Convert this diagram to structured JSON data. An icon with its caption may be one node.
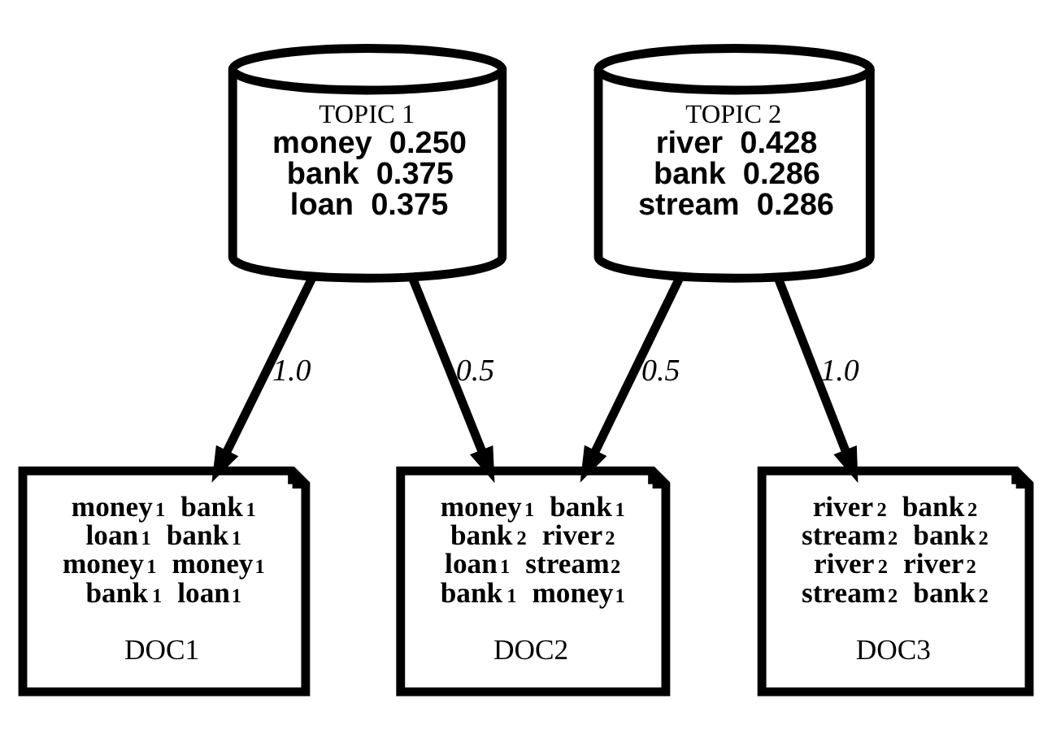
{
  "diagram": {
    "nodes": [
      {
        "text": [
          "TOPIC 1",
          "money 0.250 bank 0.375 loan 0.375"
        ]
      },
      {
        "text": [
          "TOPIC 2",
          "river 0.428 bank 0.286 stream 0.286"
        ]
      },
      {
        "text": [
          "money$^{1}$ bank$^{1}$ loan$^{1}$ bank$^{1}$ money$^{1}$ money$^{1}$ bank$^{1}$ loan$^{1}$",
          "DOC1"
        ]
      },
      {
        "text": [
          "money$^{1}$ bank$^{1}$ bank$^{2}$ river$^{2}$ loan$^{1}$ stream$^{2}$ bank$^{1}$ money$^{1}$",
          "DOC2"
        ]
      },
      {
        "text": [
          "river$^{2}$ bank$^{2}$ stream$^{2}$ bank$^{2}$ river$^{2}$ river$^{2}$ stream$^{2}$ bank$^{2}$",
          "DOC3"
        ]
      }
    ],
    "edges": [
      {
        "from": 0,
        "to": 2,
        "arrow": "to",
        "label": "1.0"
      },
      {
        "from": 0,
        "to": 3,
        "arrow": "to",
        "label": "0.5"
      },
      {
        "from": 1,
        "to": 3,
        "arrow": "to",
        "label": "0.5"
      },
      {
        "from": 1,
        "to": 4,
        "arrow": "to",
        "label": "1.0"
      }
    ]
  }
}
